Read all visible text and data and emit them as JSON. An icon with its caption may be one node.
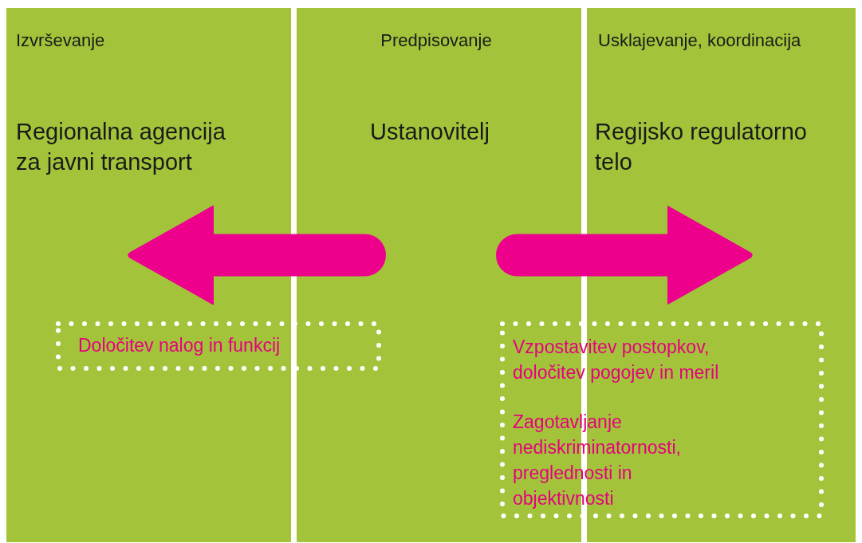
{
  "diagram": {
    "nodes": [
      {
        "text": [
          "Izvrševanje",
          "Regionalna agencija za javni transport"
        ]
      },
      {
        "text": [
          "Predpisovanje",
          "Ustanovitelj"
        ]
      },
      {
        "text": [
          "Usklajevanje, koordinacija",
          "Regijsko regulatorno telo"
        ]
      },
      {
        "text": [
          "Določitev nalog in funkcij"
        ]
      },
      {
        "text": [
          "Vzpostavitev postopkov, določitev pogojev in meril",
          "Zagotavljanje nediskriminatornosti, preglednosti in objektivnosti"
        ]
      }
    ],
    "edges": [
      {
        "from": 1,
        "to": 0,
        "arrow": "to"
      },
      {
        "from": 1,
        "to": 2,
        "arrow": "to"
      }
    ]
  }
}
